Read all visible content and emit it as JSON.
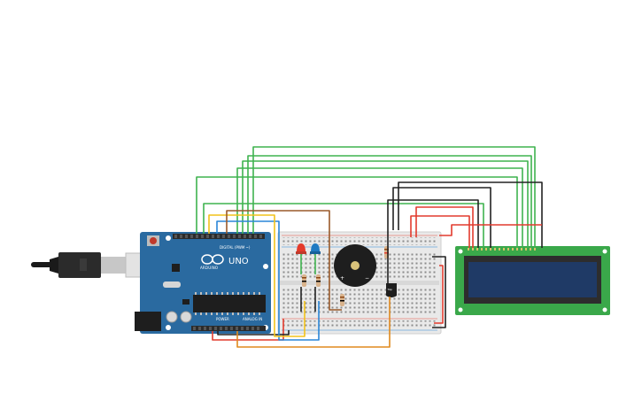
{
  "canvas": {
    "background": "#ffffff"
  },
  "arduino": {
    "logo_text": "ARDUINO",
    "model": "UNO",
    "digital_header": "DIGITAL (PWM ~)",
    "power_header": "POWER",
    "analog_header": "ANALOG IN",
    "colors": {
      "board": "#2a6aa0",
      "header": "#2b2b2b"
    }
  },
  "sensor": {
    "label": "Tmp"
  },
  "wire_colors": {
    "green": "#3fb34f",
    "black": "#222222",
    "red": "#e23b2e",
    "blue": "#2a86d8",
    "yellow": "#f2c21a",
    "orange": "#e08a1e",
    "brown": "#9a5a2a"
  },
  "components": {
    "led_red": "#e43a2a",
    "led_blue": "#1f7ac2",
    "lcd_board": "#3aa84a",
    "lcd_screen": "#1f3a66",
    "buzzer": "#222222"
  }
}
